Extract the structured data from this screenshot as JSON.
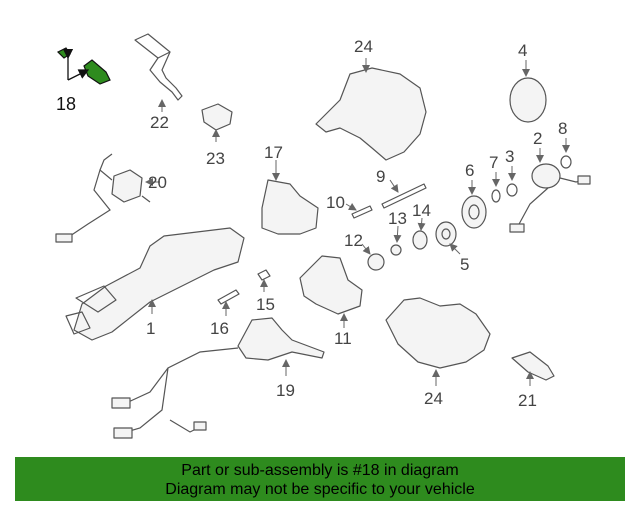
{
  "diagram": {
    "highlight_color": "#2e8b1e",
    "callouts": [
      "1",
      "2",
      "3",
      "4",
      "5",
      "6",
      "7",
      "8",
      "9",
      "10",
      "11",
      "12",
      "13",
      "14",
      "15",
      "16",
      "17",
      "18",
      "19",
      "20",
      "21",
      "22",
      "23",
      "24",
      "24"
    ]
  },
  "banner": {
    "line1": "Part or sub-assembly is #18 in diagram",
    "line2": "Diagram may not be specific to your vehicle",
    "background": "#2e8b1e"
  }
}
